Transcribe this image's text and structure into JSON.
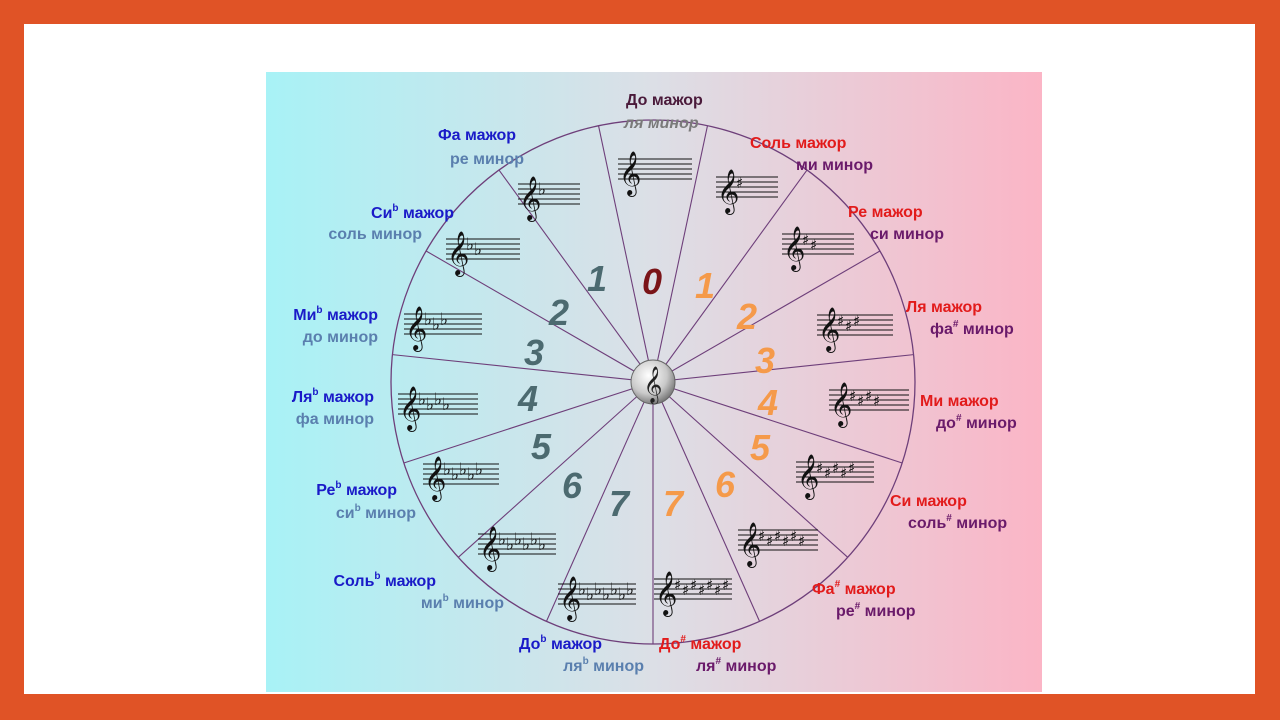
{
  "colors": {
    "frame": "#e05326",
    "bg_left": "#a8f2f6",
    "bg_right": "#fbb5c6",
    "flat_major": "#1a1ac8",
    "flat_minor": "#5a7fae",
    "sharp_major": "#e21b1b",
    "sharp_minor": "#6a1a6a",
    "top_major": "#4a1a3a",
    "top_minor": "#7a7a7a",
    "flat_number": "#4c6a70",
    "sharp_number": "#f59a4a",
    "zero": "#7a1418",
    "spokes": "#6e3f7a"
  },
  "center_icon": "treble-clef-icon",
  "zero": {
    "number": "0"
  },
  "top": {
    "major": "До мажор",
    "minor": "ля минор"
  },
  "flat_keys": [
    {
      "count": "1",
      "major": "Фа мажор",
      "major_acc": "",
      "minor": "ре минор",
      "minor_acc": ""
    },
    {
      "count": "2",
      "major": "Си",
      "major_acc": "b",
      "minor": "соль минор",
      "minor_acc": ""
    },
    {
      "count": "3",
      "major": "Ми",
      "major_acc": "b",
      "minor": "до минор",
      "minor_acc": ""
    },
    {
      "count": "4",
      "major": "Ля",
      "major_acc": "b",
      "minor": "фа минор",
      "minor_acc": ""
    },
    {
      "count": "5",
      "major": "Ре",
      "major_acc": "b",
      "minor": "си",
      "minor_acc": "b"
    },
    {
      "count": "6",
      "major": "Соль",
      "major_acc": "b",
      "minor": "ми",
      "minor_acc": "b"
    },
    {
      "count": "7",
      "major": "До",
      "major_acc": "b",
      "minor": "ля",
      "minor_acc": "b"
    }
  ],
  "sharp_keys": [
    {
      "count": "1",
      "major": "Соль мажор",
      "major_acc": "",
      "minor": "ми минор",
      "minor_acc": ""
    },
    {
      "count": "2",
      "major": "Ре мажор",
      "major_acc": "",
      "minor": "си минор",
      "minor_acc": ""
    },
    {
      "count": "3",
      "major": "Ля мажор",
      "major_acc": "",
      "minor": "фа",
      "minor_acc": "#"
    },
    {
      "count": "4",
      "major": "Ми мажор",
      "major_acc": "",
      "minor": "до",
      "minor_acc": "#"
    },
    {
      "count": "5",
      "major": "Си мажор",
      "major_acc": "",
      "minor": "соль",
      "minor_acc": "#"
    },
    {
      "count": "6",
      "major": "Фа",
      "major_acc": "#",
      "minor": "ре",
      "minor_acc": "#"
    },
    {
      "count": "7",
      "major": "До",
      "major_acc": "#",
      "minor": "ля",
      "minor_acc": "#"
    }
  ],
  "suffix": {
    "major": "мажор",
    "minor": "минор"
  },
  "glyphs": {
    "treble_clef": "𝄞",
    "flat": "♭",
    "sharp": "♯"
  }
}
